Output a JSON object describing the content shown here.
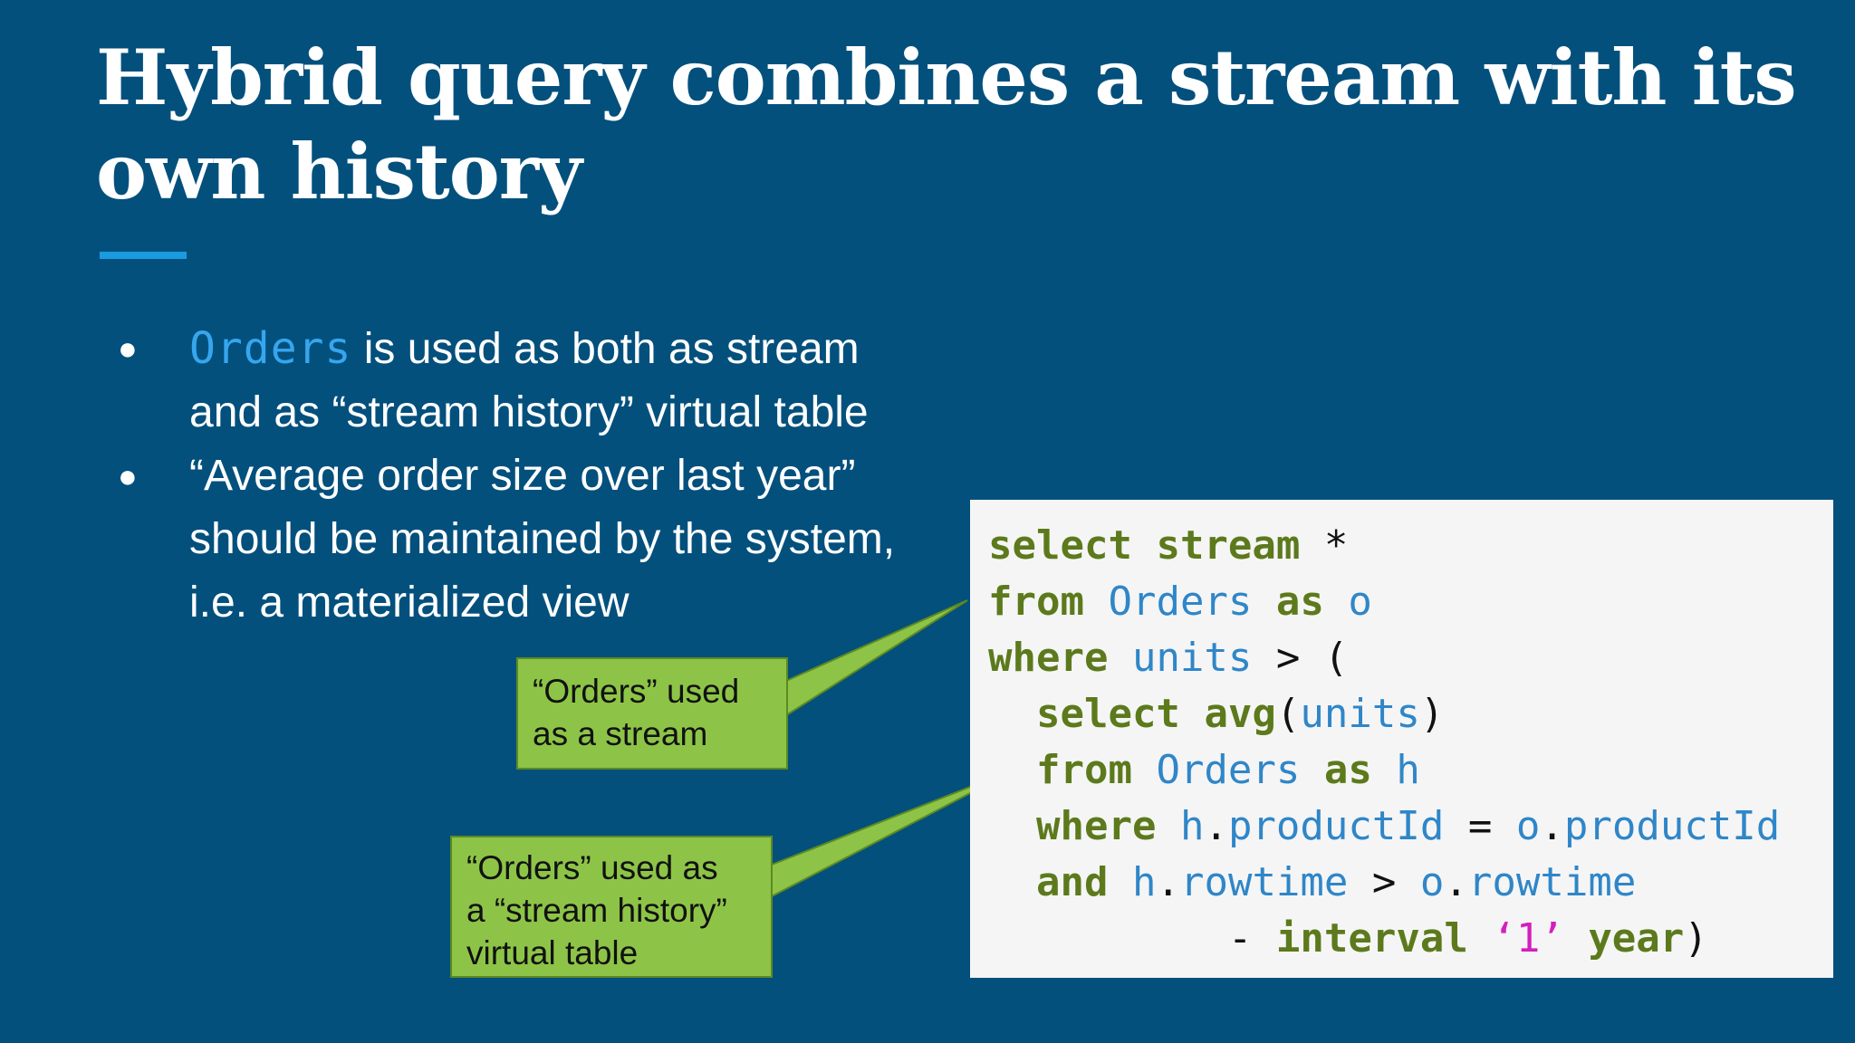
{
  "slide": {
    "title_line1": "Hybrid query combines a stream with its",
    "title_line2": "own history",
    "bullets": [
      {
        "code_term": "Orders",
        "line1_rest": " is used as both as stream",
        "line2": "and as “stream history” virtual table"
      },
      {
        "line1": "“Average order size over last year”",
        "line2": "should be maintained by the system,",
        "line3": "i.e. a materialized view"
      }
    ],
    "callouts": {
      "stream": {
        "line1": "“Orders” used",
        "line2": "as a stream"
      },
      "history": {
        "line1": "“Orders” used as",
        "line2": "a “stream history”",
        "line3": "virtual table"
      }
    },
    "code": {
      "l1_kw1": "select",
      "l1_kw2": "stream",
      "l1_star": "*",
      "l2_kw1": "from",
      "l2_tbl": "Orders",
      "l2_kw2": "as",
      "l2_alias": "o",
      "l3_kw": "where",
      "l3_col": "units",
      "l3_op": ">",
      "l3_paren": "(",
      "l4_kw1": "select",
      "l4_kw2": "avg",
      "l4_open": "(",
      "l4_col": "units",
      "l4_close": ")",
      "l5_kw1": "from",
      "l5_tbl": "Orders",
      "l5_kw2": "as",
      "l5_alias": "h",
      "l6_kw": "where",
      "l6_h": "h",
      "l6_dot1": ".",
      "l6_col1": "productId",
      "l6_eq": "=",
      "l6_o": "o",
      "l6_dot2": ".",
      "l6_col2": "productId",
      "l7_kw": "and",
      "l7_h": "h",
      "l7_dot1": ".",
      "l7_col1": "rowtime",
      "l7_gt": ">",
      "l7_o": "o",
      "l7_dot2": ".",
      "l7_col2": "rowtime",
      "l8_minus": "-",
      "l8_kw1": "interval",
      "l8_str": "‘1’",
      "l8_kw2": "year",
      "l8_close": ")"
    },
    "colors": {
      "background": "#03507d",
      "accent": "#1a9be0",
      "callout_fill": "#8dc447",
      "code_bg": "#f5f5f5",
      "keyword": "#5c7a1c",
      "identifier": "#2f86c8",
      "string": "#d41fbe"
    }
  }
}
